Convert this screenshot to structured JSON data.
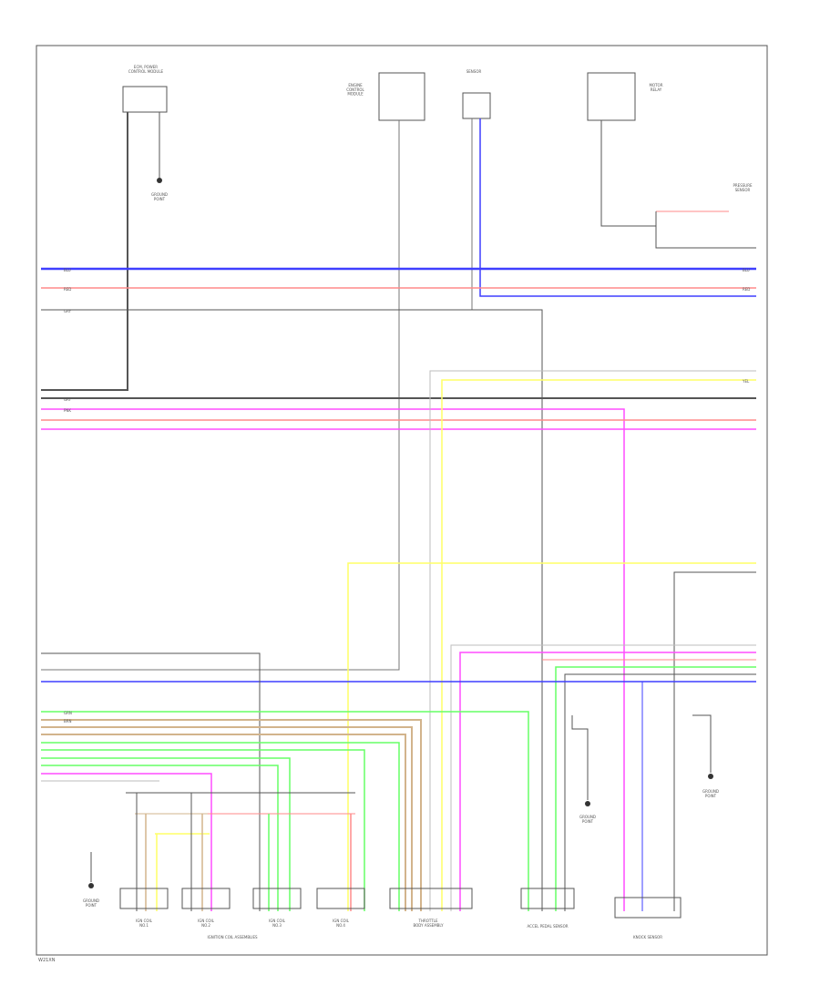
{
  "footer_code": "W21XN",
  "colors": {
    "blue": "#3f3fff",
    "red": "#ff8a8a",
    "gray": "#555555",
    "light_gray": "#bdbdbd",
    "pink": "#ff4dff",
    "yellow": "#ffff66",
    "green": "#66ff66",
    "tan": "#d2b48c"
  },
  "labels": {
    "top_left_comp": "ECM, POWER\nCONTROL MODULE",
    "top_left_ground": "GROUND\nPOINT",
    "top_center_comp": "ENGINE\nCONTROL\nMODULE",
    "top_sensor": "SENSOR",
    "top_right_comp": "MOTOR\nRELAY",
    "right_comp": "PRESSURE\nSENSOR",
    "ign_coil_group": "IGNITION COIL ASSEMBLIES",
    "throttle_body": "THROTTLE\nBODY ASSEMBLY",
    "accel_pedal": "ACCEL PEDAL SENSOR",
    "knock_sensor": "KNOCK SENSOR",
    "right_ground": "GROUND\nPOINT",
    "mid_ground": "GROUND\nPOINT",
    "left_ground": "GROUND\nPOINT",
    "coil_1": "IGN COIL\nNO.1",
    "coil_2": "IGN COIL\nNO.2",
    "coil_3": "IGN COIL\nNO.3",
    "coil_4": "IGN COIL\nNO.4",
    "wire_bl": "BLU",
    "wire_r": "RED",
    "wire_gy": "GRY",
    "wire_y": "YEL",
    "wire_p": "PNK",
    "wire_g": "GRN",
    "wire_br": "BRN"
  }
}
